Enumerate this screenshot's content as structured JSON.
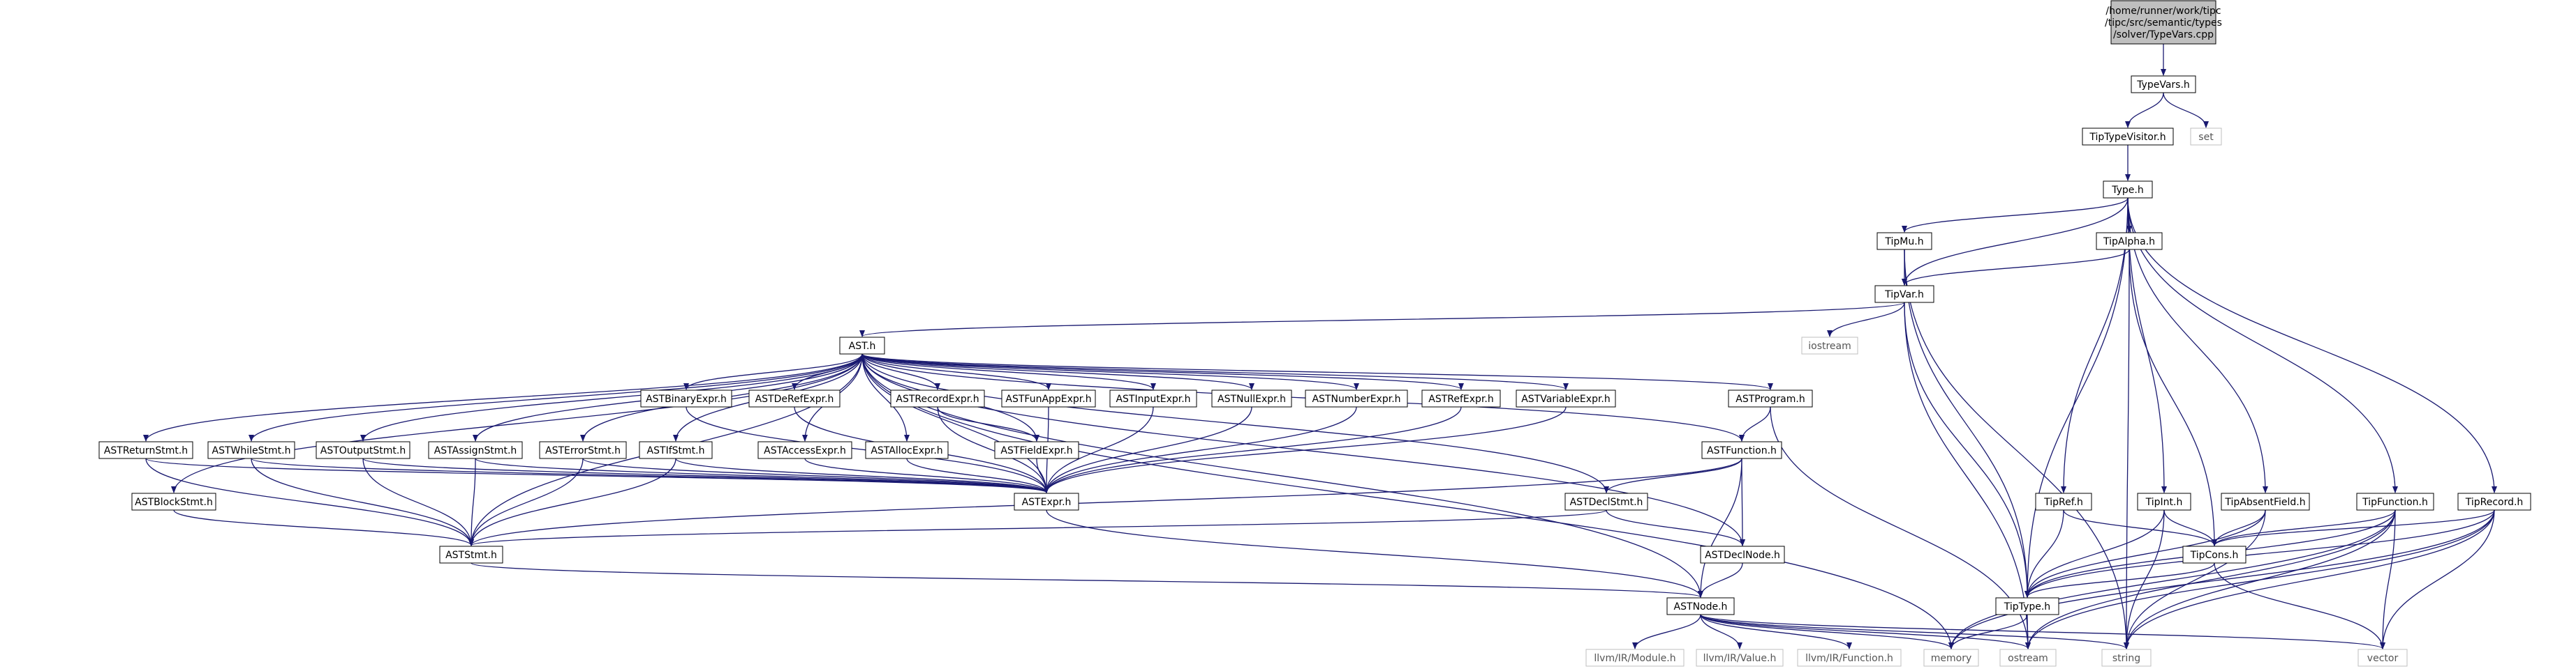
{
  "diagram": {
    "colors": {
      "edge": "#191970",
      "node_stroke": "#000000",
      "external_stroke": "#bfbfbf",
      "external_text": "#555555",
      "root_fill": "#bfbfbf"
    },
    "root_label_lines": [
      "/home/runner/work/tipc",
      "/tipc/src/semantic/types",
      "/solver/TypeVars.cpp"
    ],
    "nodes": [
      {
        "id": "root",
        "label": "",
        "root": true
      },
      {
        "id": "typevars",
        "label": "TypeVars.h"
      },
      {
        "id": "set",
        "label": "set",
        "external": true
      },
      {
        "id": "tiptypevisitor",
        "label": "TipTypeVisitor.h"
      },
      {
        "id": "type",
        "label": "Type.h"
      },
      {
        "id": "tipmu",
        "label": "TipMu.h"
      },
      {
        "id": "tipalpha",
        "label": "TipAlpha.h"
      },
      {
        "id": "tipvar",
        "label": "TipVar.h"
      },
      {
        "id": "iostream",
        "label": "iostream",
        "external": true
      },
      {
        "id": "ast",
        "label": "AST.h"
      },
      {
        "id": "astbinary",
        "label": "ASTBinaryExpr.h"
      },
      {
        "id": "astderef",
        "label": "ASTDeRefExpr.h"
      },
      {
        "id": "astrecord",
        "label": "ASTRecordExpr.h"
      },
      {
        "id": "astfunapp",
        "label": "ASTFunAppExpr.h"
      },
      {
        "id": "astinput",
        "label": "ASTInputExpr.h"
      },
      {
        "id": "astnull",
        "label": "ASTNullExpr.h"
      },
      {
        "id": "astnumber",
        "label": "ASTNumberExpr.h"
      },
      {
        "id": "astref",
        "label": "ASTRefExpr.h"
      },
      {
        "id": "astvariable",
        "label": "ASTVariableExpr.h"
      },
      {
        "id": "astprogram",
        "label": "ASTProgram.h"
      },
      {
        "id": "astreturn",
        "label": "ASTReturnStmt.h"
      },
      {
        "id": "astwhile",
        "label": "ASTWhileStmt.h"
      },
      {
        "id": "astoutput",
        "label": "ASTOutputStmt.h"
      },
      {
        "id": "astassign",
        "label": "ASTAssignStmt.h"
      },
      {
        "id": "asterror",
        "label": "ASTErrorStmt.h"
      },
      {
        "id": "astif",
        "label": "ASTIfStmt.h"
      },
      {
        "id": "astaccess",
        "label": "ASTAccessExpr.h"
      },
      {
        "id": "astalloc",
        "label": "ASTAllocExpr.h"
      },
      {
        "id": "astfield",
        "label": "ASTFieldExpr.h"
      },
      {
        "id": "astfunction",
        "label": "ASTFunction.h"
      },
      {
        "id": "astblock",
        "label": "ASTBlockStmt.h"
      },
      {
        "id": "astexpr",
        "label": "ASTExpr.h"
      },
      {
        "id": "astdeclstmt",
        "label": "ASTDeclStmt.h"
      },
      {
        "id": "aststmt",
        "label": "ASTStmt.h"
      },
      {
        "id": "astdeclnode",
        "label": "ASTDeclNode.h"
      },
      {
        "id": "astnode",
        "label": "ASTNode.h"
      },
      {
        "id": "module",
        "label": "llvm/IR/Module.h",
        "external": true
      },
      {
        "id": "value",
        "label": "llvm/IR/Value.h",
        "external": true
      },
      {
        "id": "function",
        "label": "llvm/IR/Function.h",
        "external": true
      },
      {
        "id": "memory",
        "label": "memory",
        "external": true
      },
      {
        "id": "ostream",
        "label": "ostream",
        "external": true
      },
      {
        "id": "string",
        "label": "string",
        "external": true
      },
      {
        "id": "vector",
        "label": "vector",
        "external": true
      },
      {
        "id": "tipref",
        "label": "TipRef.h"
      },
      {
        "id": "tipint",
        "label": "TipInt.h"
      },
      {
        "id": "tipabsent",
        "label": "TipAbsentField.h"
      },
      {
        "id": "tipfunction",
        "label": "TipFunction.h"
      },
      {
        "id": "tiprecord",
        "label": "TipRecord.h"
      },
      {
        "id": "tipcons",
        "label": "TipCons.h"
      },
      {
        "id": "tiptype",
        "label": "TipType.h"
      }
    ],
    "edges": [
      [
        "root",
        "typevars"
      ],
      [
        "typevars",
        "tiptypevisitor"
      ],
      [
        "typevars",
        "set"
      ],
      [
        "tiptypevisitor",
        "type"
      ],
      [
        "type",
        "tipmu"
      ],
      [
        "type",
        "tipalpha"
      ],
      [
        "type",
        "tipvar"
      ],
      [
        "type",
        "tiptype"
      ],
      [
        "type",
        "tipref"
      ],
      [
        "type",
        "tipint"
      ],
      [
        "type",
        "tipabsent"
      ],
      [
        "type",
        "tipfunction"
      ],
      [
        "type",
        "tiprecord"
      ],
      [
        "tipmu",
        "tipvar"
      ],
      [
        "tipmu",
        "tiptype"
      ],
      [
        "tipmu",
        "string"
      ],
      [
        "tipalpha",
        "tipvar"
      ],
      [
        "tipalpha",
        "tipcons"
      ],
      [
        "tipalpha",
        "string"
      ],
      [
        "tipvar",
        "ast"
      ],
      [
        "tipvar",
        "iostream"
      ],
      [
        "tipvar",
        "tiptype"
      ],
      [
        "tipvar",
        "ostream"
      ],
      [
        "ast",
        "astbinary"
      ],
      [
        "ast",
        "astderef"
      ],
      [
        "ast",
        "astrecord"
      ],
      [
        "ast",
        "astfunapp"
      ],
      [
        "ast",
        "astinput"
      ],
      [
        "ast",
        "astnull"
      ],
      [
        "ast",
        "astnumber"
      ],
      [
        "ast",
        "astref"
      ],
      [
        "ast",
        "astvariable"
      ],
      [
        "ast",
        "astprogram"
      ],
      [
        "ast",
        "astreturn"
      ],
      [
        "ast",
        "astwhile"
      ],
      [
        "ast",
        "astoutput"
      ],
      [
        "ast",
        "astassign"
      ],
      [
        "ast",
        "asterror"
      ],
      [
        "ast",
        "astif"
      ],
      [
        "ast",
        "astaccess"
      ],
      [
        "ast",
        "astalloc"
      ],
      [
        "ast",
        "astfield"
      ],
      [
        "ast",
        "astfunction"
      ],
      [
        "ast",
        "astblock"
      ],
      [
        "ast",
        "astexpr"
      ],
      [
        "ast",
        "astdeclstmt"
      ],
      [
        "ast",
        "aststmt"
      ],
      [
        "ast",
        "astdeclnode"
      ],
      [
        "ast",
        "astnode"
      ],
      [
        "ast",
        "memory"
      ],
      [
        "astbinary",
        "astexpr"
      ],
      [
        "astderef",
        "astexpr"
      ],
      [
        "astrecord",
        "astfield"
      ],
      [
        "astrecord",
        "astexpr"
      ],
      [
        "astfunapp",
        "astexpr"
      ],
      [
        "astinput",
        "astexpr"
      ],
      [
        "astnull",
        "astexpr"
      ],
      [
        "astnumber",
        "astexpr"
      ],
      [
        "astref",
        "astexpr"
      ],
      [
        "astvariable",
        "astexpr"
      ],
      [
        "astprogram",
        "astfunction"
      ],
      [
        "astprogram",
        "ostream"
      ],
      [
        "astreturn",
        "aststmt"
      ],
      [
        "astreturn",
        "astexpr"
      ],
      [
        "astwhile",
        "aststmt"
      ],
      [
        "astwhile",
        "astexpr"
      ],
      [
        "astoutput",
        "aststmt"
      ],
      [
        "astoutput",
        "astexpr"
      ],
      [
        "astassign",
        "aststmt"
      ],
      [
        "astassign",
        "astexpr"
      ],
      [
        "asterror",
        "aststmt"
      ],
      [
        "asterror",
        "astexpr"
      ],
      [
        "astif",
        "aststmt"
      ],
      [
        "astif",
        "astexpr"
      ],
      [
        "astaccess",
        "astexpr"
      ],
      [
        "astalloc",
        "astexpr"
      ],
      [
        "astfield",
        "astexpr"
      ],
      [
        "astfunction",
        "astdeclstmt"
      ],
      [
        "astfunction",
        "astdeclnode"
      ],
      [
        "astfunction",
        "aststmt"
      ],
      [
        "astfunction",
        "astnode"
      ],
      [
        "astblock",
        "aststmt"
      ],
      [
        "astexpr",
        "astnode"
      ],
      [
        "astdeclstmt",
        "aststmt"
      ],
      [
        "astdeclstmt",
        "astdeclnode"
      ],
      [
        "aststmt",
        "astnode"
      ],
      [
        "astdeclnode",
        "astnode"
      ],
      [
        "astnode",
        "module"
      ],
      [
        "astnode",
        "value"
      ],
      [
        "astnode",
        "function"
      ],
      [
        "astnode",
        "memory"
      ],
      [
        "astnode",
        "ostream"
      ],
      [
        "astnode",
        "string"
      ],
      [
        "astnode",
        "vector"
      ],
      [
        "tipref",
        "tiptype"
      ],
      [
        "tipref",
        "tipcons"
      ],
      [
        "tipint",
        "tiptype"
      ],
      [
        "tipint",
        "tipcons"
      ],
      [
        "tipint",
        "string"
      ],
      [
        "tipabsent",
        "tiptype"
      ],
      [
        "tipabsent",
        "tipcons"
      ],
      [
        "tipabsent",
        "string"
      ],
      [
        "tipfunction",
        "tipcons"
      ],
      [
        "tipfunction",
        "tiptype"
      ],
      [
        "tipfunction",
        "string"
      ],
      [
        "tipfunction",
        "vector"
      ],
      [
        "tipfunction",
        "memory"
      ],
      [
        "tipfunction",
        "ostream"
      ],
      [
        "tiprecord",
        "tipcons"
      ],
      [
        "tiprecord",
        "tiptype"
      ],
      [
        "tiprecord",
        "string"
      ],
      [
        "tiprecord",
        "vector"
      ],
      [
        "tiprecord",
        "memory"
      ],
      [
        "tiprecord",
        "ostream"
      ],
      [
        "tipcons",
        "tiptype"
      ],
      [
        "tipcons",
        "vector"
      ],
      [
        "tiptype",
        "memory"
      ],
      [
        "tiptype",
        "ostream"
      ]
    ]
  }
}
